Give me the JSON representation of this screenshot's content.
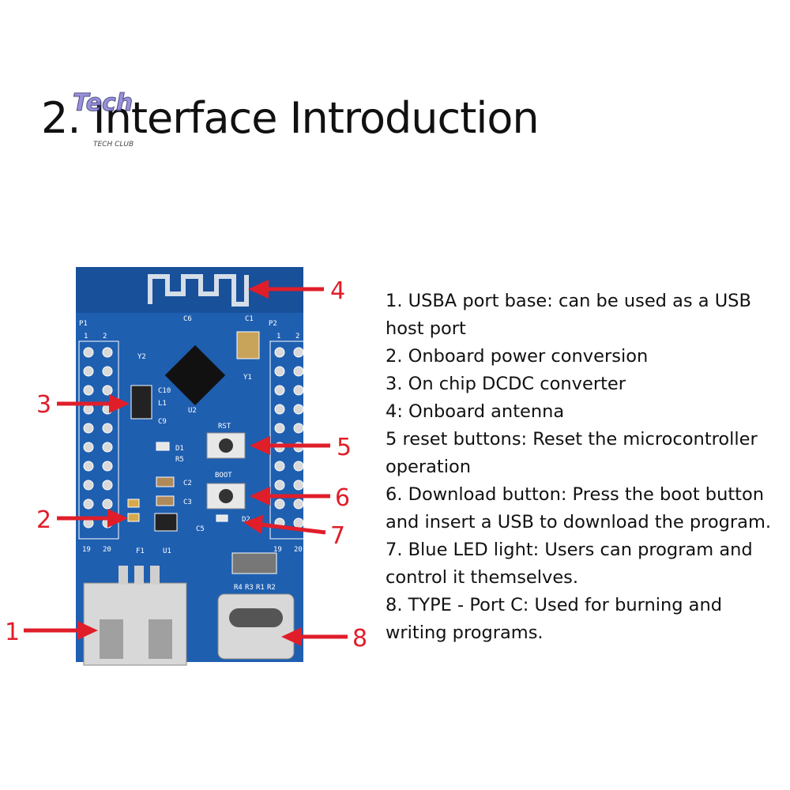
{
  "title": "2. Interface Introduction",
  "logo": {
    "text_top": "Tech",
    "text_bottom": "TECH CLUB"
  },
  "callouts": [
    "1",
    "2",
    "3",
    "4",
    "5",
    "6",
    "7",
    "8"
  ],
  "descriptions": [
    "1. USBA port base: can be used as a USB host port",
    "2. Onboard power conversion",
    "3. On chip DCDC converter",
    "4: Onboard antenna",
    "5 reset buttons: Reset the microcontroller operation",
    "6. Download button: Press the boot button and insert a USB to download the program.",
    "7. Blue LED light: Users can program and control it themselves.",
    "8. TYPE - Port C: Used for burning and writing programs."
  ],
  "silkscreen": {
    "p1": "P1",
    "p2": "P2",
    "c6": "C6",
    "c1": "C1",
    "y2": "Y2",
    "y1": "Y1",
    "c10": "C10",
    "l1": "L1",
    "c9": "C9",
    "u2": "U2",
    "rst": "RST",
    "d1": "D1",
    "r5": "R5",
    "boot": "BOOT",
    "c2": "C2",
    "c3": "C3",
    "d2": "D2",
    "c5": "C5",
    "f1": "F1",
    "u1": "U1",
    "pin1": "1",
    "pin2": "2",
    "pin19": "19",
    "pin20": "20",
    "r4": "R4",
    "r3": "R3",
    "r1": "R1",
    "r2": "R2"
  },
  "colors": {
    "board": "#1f5fb0",
    "callout": "#e01e2a",
    "pad": "#d9d9d9"
  }
}
